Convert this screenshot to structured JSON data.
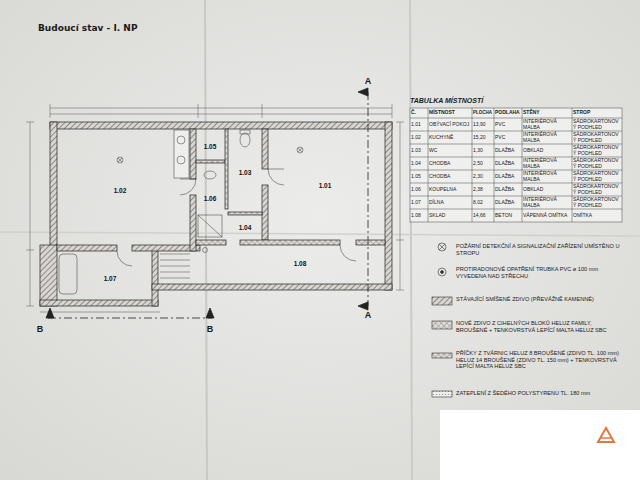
{
  "diagram": {
    "title": "Budoucí stav - I. NP",
    "nodes": [
      {
        "text": [
          "1.02"
        ]
      },
      {
        "text": [
          "1.05"
        ]
      },
      {
        "text": [
          "1.06"
        ]
      },
      {
        "text": [
          "1.03"
        ]
      },
      {
        "text": [
          "1.01"
        ]
      },
      {
        "text": [
          "1.04"
        ]
      },
      {
        "text": [
          "1.08"
        ]
      },
      {
        "text": [
          "1.07"
        ]
      }
    ],
    "labels": [
      "A",
      "A",
      "B",
      "B",
      "TABULKA MÍSTNOSTÍ",
      "Č.",
      "MÍSTNOST",
      "PLOCHA",
      "PODLAHA",
      "STĚNY",
      "STROP",
      "1.01",
      "OBÝVACÍ POKOJ",
      "13,90",
      "PVC",
      "INTERIÉROVÁ MALBA",
      "SÁDROKARTONOVÝ PODHLED",
      "1.02",
      "KUCHYNĚ",
      "15,20",
      "PVC",
      "INTERIÉROVÁ MALBA",
      "SÁDROKARTONOVÝ PODHLED",
      "1.03",
      "WC",
      "1,30",
      "DLAŽBA",
      "OBKLAD",
      "SÁDROKARTONOVÝ PODHLED",
      "1.04",
      "CHODBA",
      "2,50",
      "DLAŽBA",
      "INTERIÉROVÁ MALBA",
      "SÁDROKARTONOVÝ PODHLED",
      "1.05",
      "CHODBA",
      "2,30",
      "DLAŽBA",
      "INTERIÉROVÁ MALBA",
      "SÁDROKARTONOVÝ PODHLED",
      "1.06",
      "KOUPELNA",
      "2,38",
      "DLAŽBA",
      "OBKLAD",
      "SÁDROKARTONOVÝ PODHLED",
      "1.07",
      "DÍLNA",
      "8,02",
      "DLAŽBA",
      "INTERIÉROVÁ MALBA",
      "SÁDROKARTONOVÝ PODHLED",
      "1.08",
      "SKLAD",
      "14,66",
      "BETON",
      "VÁPENNÁ OMÍTKA",
      "OMÍTKA"
    ],
    "legend": [
      {
        "text": "POŽÁRNÍ DETEKČNÍ A SIGNALIZAČNÍ ZAŘÍZENÍ UMÍSTĚNO U STROPU"
      },
      {
        "text": "PROTIRADONOVÉ OPATŘENÍ TRUBKA PVC ø 100 mm VYVEDENA NAD STŘECHU"
      },
      {
        "text": "STÁVAJÍCÍ SMÍŠENÉ ZDIVO (PŘEVÁŽNĚ KAMENNÉ)"
      },
      {
        "text": "NOVÉ ZDIVO Z CIHELNÝCH BLOKŮ HELUZ FAMILY, BROUŠENÉ + TENKOVRSTVÁ LEPÍCÍ MALTA HELUZ SBC"
      },
      {
        "text": "PŘÍČKY Z TVÁRNIC HELUZ 8 BROUŠENÉ (ZDIVO TL. 100 mm) HELUZ 14 BROUŠENÉ (ZDIVO TL. 150 mm) + TENKOVRSTVÁ LEPÍCÍ MALTA HELUZ SBC"
      },
      {
        "text": "ZATEPLENÍ Z ŠEDÉHO POLYSTYRENU TL. 180 mm"
      }
    ]
  }
}
